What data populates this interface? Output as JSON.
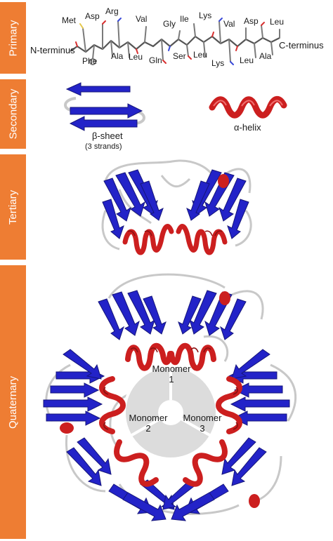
{
  "levels": [
    "Primary",
    "Secondary",
    "Tertiary",
    "Quaternary"
  ],
  "colors": {
    "tab": "#ee7d33",
    "strand": "#2323c8",
    "helix": "#cc1f1f",
    "loop": "#c8c8c8",
    "disc": "#dcdcdc"
  },
  "primary": {
    "n_terminus": "N-terminus",
    "c_terminus": "C-terminus",
    "residues_top": [
      "Met",
      "Asp",
      "Arg",
      "Val",
      "Gly",
      "Ile",
      "Lys",
      "Val",
      "Asp",
      "Leu"
    ],
    "residues_bottom": [
      "Phe",
      "Ala",
      "Leu",
      "Gln",
      "Ser",
      "Leu",
      "Lys",
      "Leu",
      "Ala"
    ]
  },
  "secondary": {
    "sheet_label": "β-sheet",
    "sheet_sublabel": "(3 strands)",
    "helix_label": "α-helix"
  },
  "quaternary": {
    "monomers": [
      {
        "name": "Monomer",
        "number": "1"
      },
      {
        "name": "Monomer",
        "number": "2"
      },
      {
        "name": "Monomer",
        "number": "3"
      }
    ]
  }
}
